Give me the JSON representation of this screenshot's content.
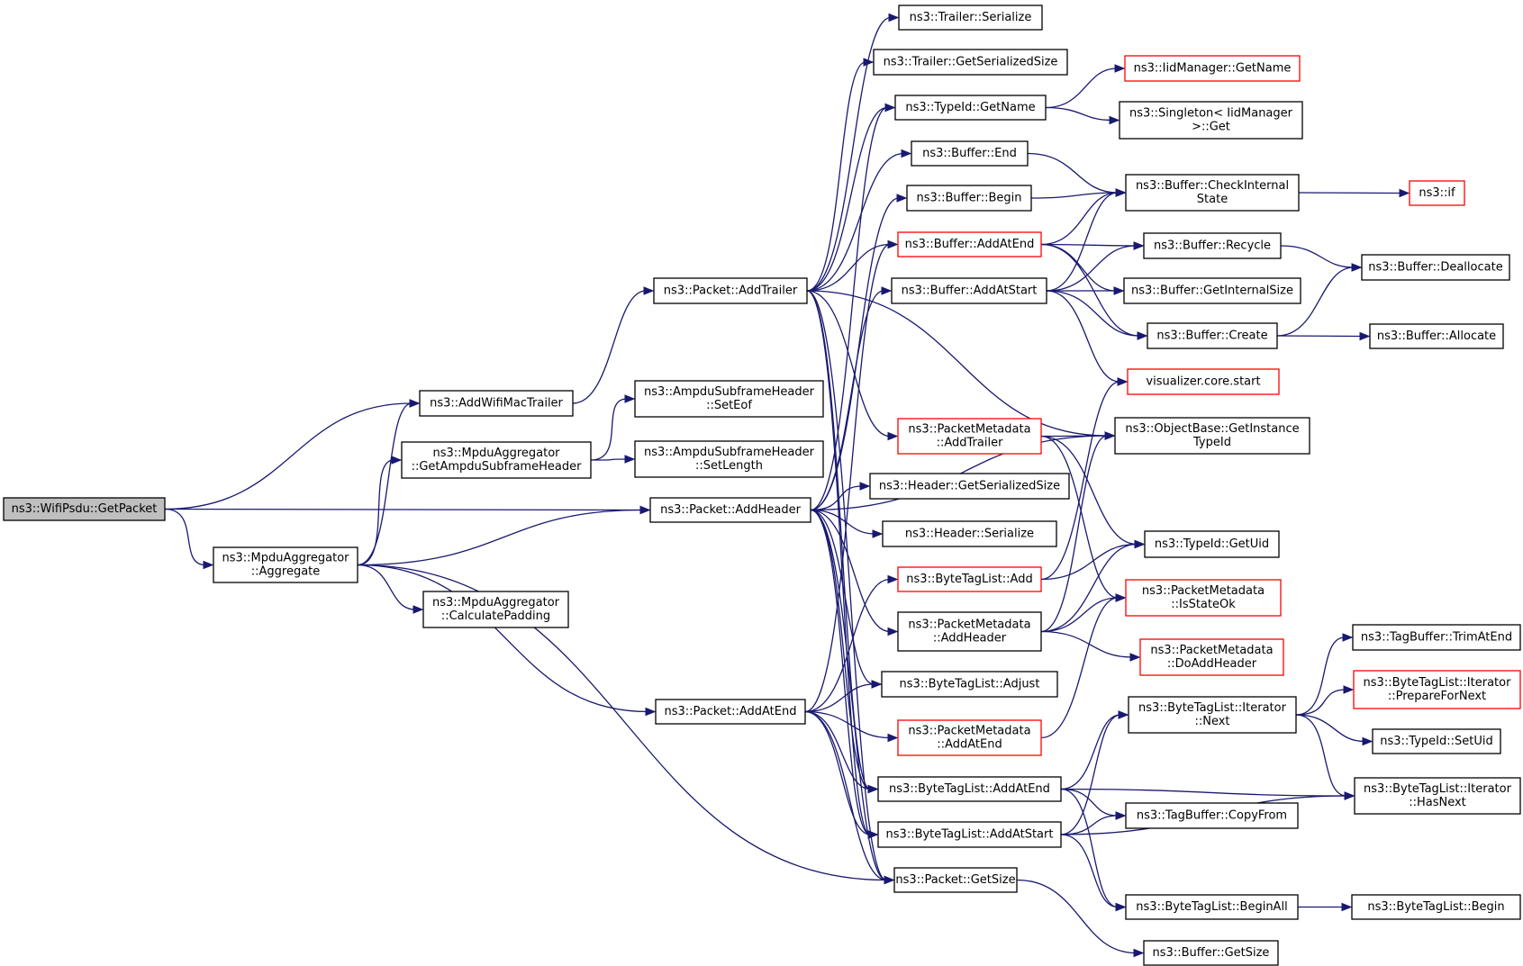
{
  "colors": {
    "edge": "#191970",
    "node_border": "#000000",
    "node_border_missing": "#ff0000",
    "root_fill": "#bfbfbf"
  },
  "nodes": [
    {
      "id": "n1",
      "lines": [
        "ns3::WifiPsdu::GetPacket"
      ],
      "style": "root"
    },
    {
      "id": "n2",
      "lines": [
        "ns3::AddWifiMacTrailer"
      ],
      "style": "normal"
    },
    {
      "id": "n3",
      "lines": [
        "ns3::MpduAggregator",
        "::GetAmpduSubframeHeader"
      ],
      "style": "normal"
    },
    {
      "id": "n4",
      "lines": [
        "ns3::MpduAggregator",
        "::Aggregate"
      ],
      "style": "normal"
    },
    {
      "id": "n5",
      "lines": [
        "ns3::AmpduSubframeHeader",
        "::SetEof"
      ],
      "style": "normal"
    },
    {
      "id": "n6",
      "lines": [
        "ns3::AmpduSubframeHeader",
        "::SetLength"
      ],
      "style": "normal"
    },
    {
      "id": "n7",
      "lines": [
        "ns3::MpduAggregator",
        "::CalculatePadding"
      ],
      "style": "normal"
    },
    {
      "id": "n8",
      "lines": [
        "ns3::Packet::AddTrailer"
      ],
      "style": "normal"
    },
    {
      "id": "n9",
      "lines": [
        "ns3::Packet::AddHeader"
      ],
      "style": "normal"
    },
    {
      "id": "n10",
      "lines": [
        "ns3::Packet::AddAtEnd"
      ],
      "style": "normal"
    },
    {
      "id": "n11",
      "lines": [
        "ns3::Trailer::Serialize"
      ],
      "style": "normal"
    },
    {
      "id": "n12",
      "lines": [
        "ns3::Trailer::GetSerializedSize"
      ],
      "style": "normal"
    },
    {
      "id": "n13",
      "lines": [
        "ns3::TypeId::GetName"
      ],
      "style": "normal"
    },
    {
      "id": "n14",
      "lines": [
        "ns3::Buffer::End"
      ],
      "style": "normal"
    },
    {
      "id": "n15",
      "lines": [
        "ns3::Buffer::Begin"
      ],
      "style": "normal"
    },
    {
      "id": "n16",
      "lines": [
        "ns3::Buffer::AddAtEnd"
      ],
      "style": "red"
    },
    {
      "id": "n17",
      "lines": [
        "ns3::Buffer::AddAtStart"
      ],
      "style": "normal"
    },
    {
      "id": "n18",
      "lines": [
        "ns3::PacketMetadata",
        "::AddTrailer"
      ],
      "style": "red"
    },
    {
      "id": "n19",
      "lines": [
        "ns3::Header::GetSerializedSize"
      ],
      "style": "normal"
    },
    {
      "id": "n20",
      "lines": [
        "ns3::Header::Serialize"
      ],
      "style": "normal"
    },
    {
      "id": "n21",
      "lines": [
        "ns3::ByteTagList::Add"
      ],
      "style": "red"
    },
    {
      "id": "n22",
      "lines": [
        "ns3::PacketMetadata",
        "::AddHeader"
      ],
      "style": "normal"
    },
    {
      "id": "n23",
      "lines": [
        "ns3::ByteTagList::Adjust"
      ],
      "style": "normal"
    },
    {
      "id": "n24",
      "lines": [
        "ns3::PacketMetadata",
        "::AddAtEnd"
      ],
      "style": "red"
    },
    {
      "id": "n25",
      "lines": [
        "ns3::ByteTagList::AddAtEnd"
      ],
      "style": "normal"
    },
    {
      "id": "n26",
      "lines": [
        "ns3::ByteTagList::AddAtStart"
      ],
      "style": "normal"
    },
    {
      "id": "n27",
      "lines": [
        "ns3::Packet::GetSize"
      ],
      "style": "normal"
    },
    {
      "id": "n28",
      "lines": [
        "ns3::IidManager::GetName"
      ],
      "style": "red"
    },
    {
      "id": "n29",
      "lines": [
        "ns3::Singleton< IidManager",
        ">::Get"
      ],
      "style": "normal"
    },
    {
      "id": "n30",
      "lines": [
        "ns3::Buffer::CheckInternal",
        "State"
      ],
      "style": "normal"
    },
    {
      "id": "n31",
      "lines": [
        "ns3::Buffer::Recycle"
      ],
      "style": "normal"
    },
    {
      "id": "n32",
      "lines": [
        "ns3::Buffer::GetInternalSize"
      ],
      "style": "normal"
    },
    {
      "id": "n33",
      "lines": [
        "ns3::Buffer::Create"
      ],
      "style": "normal"
    },
    {
      "id": "n34",
      "lines": [
        "visualizer.core.start"
      ],
      "style": "red"
    },
    {
      "id": "n35",
      "lines": [
        "ns3::ObjectBase::GetInstance",
        "TypeId"
      ],
      "style": "normal"
    },
    {
      "id": "n36",
      "lines": [
        "ns3::TypeId::GetUid"
      ],
      "style": "normal"
    },
    {
      "id": "n37",
      "lines": [
        "ns3::PacketMetadata",
        "::IsStateOk"
      ],
      "style": "red"
    },
    {
      "id": "n38",
      "lines": [
        "ns3::PacketMetadata",
        "::DoAddHeader"
      ],
      "style": "red"
    },
    {
      "id": "n39",
      "lines": [
        "ns3::ByteTagList::Iterator",
        "::Next"
      ],
      "style": "normal"
    },
    {
      "id": "n40",
      "lines": [
        "ns3::TagBuffer::CopyFrom"
      ],
      "style": "normal"
    },
    {
      "id": "n41",
      "lines": [
        "ns3::ByteTagList::BeginAll"
      ],
      "style": "normal"
    },
    {
      "id": "n42",
      "lines": [
        "ns3::Buffer::GetSize"
      ],
      "style": "normal"
    },
    {
      "id": "n43",
      "lines": [
        "ns3::if"
      ],
      "style": "red"
    },
    {
      "id": "n44",
      "lines": [
        "ns3::Buffer::Deallocate"
      ],
      "style": "normal"
    },
    {
      "id": "n45",
      "lines": [
        "ns3::Buffer::Allocate"
      ],
      "style": "normal"
    },
    {
      "id": "n46",
      "lines": [
        "ns3::TagBuffer::TrimAtEnd"
      ],
      "style": "normal"
    },
    {
      "id": "n47",
      "lines": [
        "ns3::ByteTagList::Iterator",
        "::PrepareForNext"
      ],
      "style": "red"
    },
    {
      "id": "n48",
      "lines": [
        "ns3::TypeId::SetUid"
      ],
      "style": "normal"
    },
    {
      "id": "n49",
      "lines": [
        "ns3::ByteTagList::Iterator",
        "::HasNext"
      ],
      "style": "normal"
    },
    {
      "id": "n50",
      "lines": [
        "ns3::ByteTagList::Begin"
      ],
      "style": "normal"
    }
  ],
  "edges": [
    [
      "n1",
      "n2"
    ],
    [
      "n1",
      "n9"
    ],
    [
      "n1",
      "n4"
    ],
    [
      "n2",
      "n8"
    ],
    [
      "n3",
      "n5"
    ],
    [
      "n3",
      "n6"
    ],
    [
      "n4",
      "n2"
    ],
    [
      "n4",
      "n3"
    ],
    [
      "n4",
      "n9"
    ],
    [
      "n4",
      "n7"
    ],
    [
      "n4",
      "n10"
    ],
    [
      "n4",
      "n27"
    ],
    [
      "n8",
      "n11"
    ],
    [
      "n8",
      "n12"
    ],
    [
      "n8",
      "n13"
    ],
    [
      "n8",
      "n14"
    ],
    [
      "n8",
      "n16"
    ],
    [
      "n8",
      "n18"
    ],
    [
      "n8",
      "n35"
    ],
    [
      "n8",
      "n25"
    ],
    [
      "n8",
      "n26"
    ],
    [
      "n8",
      "n27"
    ],
    [
      "n9",
      "n13"
    ],
    [
      "n9",
      "n15"
    ],
    [
      "n9",
      "n17"
    ],
    [
      "n9",
      "n35"
    ],
    [
      "n9",
      "n19"
    ],
    [
      "n9",
      "n20"
    ],
    [
      "n9",
      "n22"
    ],
    [
      "n9",
      "n23"
    ],
    [
      "n9",
      "n25"
    ],
    [
      "n9",
      "n26"
    ],
    [
      "n9",
      "n27"
    ],
    [
      "n10",
      "n16"
    ],
    [
      "n10",
      "n21"
    ],
    [
      "n10",
      "n23"
    ],
    [
      "n10",
      "n24"
    ],
    [
      "n10",
      "n25"
    ],
    [
      "n10",
      "n26"
    ],
    [
      "n10",
      "n27"
    ],
    [
      "n13",
      "n28"
    ],
    [
      "n13",
      "n29"
    ],
    [
      "n14",
      "n30"
    ],
    [
      "n15",
      "n30"
    ],
    [
      "n16",
      "n30"
    ],
    [
      "n16",
      "n31"
    ],
    [
      "n16",
      "n32"
    ],
    [
      "n16",
      "n33"
    ],
    [
      "n17",
      "n30"
    ],
    [
      "n17",
      "n31"
    ],
    [
      "n17",
      "n32"
    ],
    [
      "n17",
      "n33"
    ],
    [
      "n17",
      "n34"
    ],
    [
      "n18",
      "n35"
    ],
    [
      "n18",
      "n36"
    ],
    [
      "n18",
      "n37"
    ],
    [
      "n21",
      "n34"
    ],
    [
      "n21",
      "n36"
    ],
    [
      "n22",
      "n35"
    ],
    [
      "n22",
      "n36"
    ],
    [
      "n22",
      "n37"
    ],
    [
      "n22",
      "n38"
    ],
    [
      "n24",
      "n37"
    ],
    [
      "n25",
      "n39"
    ],
    [
      "n25",
      "n40"
    ],
    [
      "n25",
      "n41"
    ],
    [
      "n25",
      "n49"
    ],
    [
      "n26",
      "n39"
    ],
    [
      "n26",
      "n40"
    ],
    [
      "n26",
      "n41"
    ],
    [
      "n26",
      "n49"
    ],
    [
      "n27",
      "n42"
    ],
    [
      "n30",
      "n43"
    ],
    [
      "n31",
      "n44"
    ],
    [
      "n33",
      "n44"
    ],
    [
      "n33",
      "n45"
    ],
    [
      "n39",
      "n46"
    ],
    [
      "n39",
      "n47"
    ],
    [
      "n39",
      "n48"
    ],
    [
      "n39",
      "n49"
    ],
    [
      "n41",
      "n50"
    ]
  ]
}
